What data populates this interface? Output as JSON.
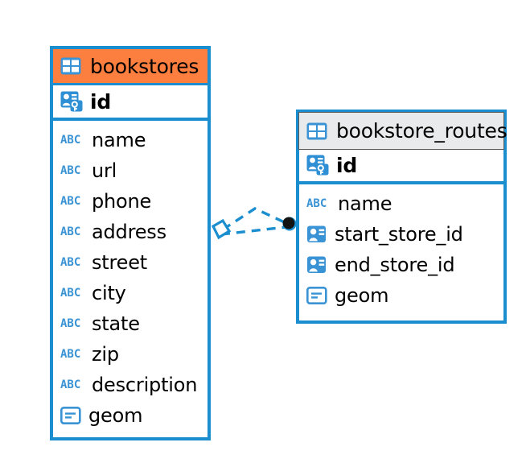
{
  "diagram": {
    "type": "entity-relationship-diagram",
    "background_color": "#ffffff",
    "accent_color": "#1b8ed0",
    "highlight_color": "#fd7f3f",
    "header_gray": "#e9eaeb"
  },
  "entities": [
    {
      "name": "bookstores",
      "header_icon": "table-icon",
      "header_style": "highlighted-orange",
      "primary_key": {
        "label": "id",
        "icon": "primary-key-icon"
      },
      "fields": [
        {
          "label": "name",
          "icon": "abc-text-icon",
          "type": "text"
        },
        {
          "label": "url",
          "icon": "abc-text-icon",
          "type": "text"
        },
        {
          "label": "phone",
          "icon": "abc-text-icon",
          "type": "text"
        },
        {
          "label": "address",
          "icon": "abc-text-icon",
          "type": "text"
        },
        {
          "label": "street",
          "icon": "abc-text-icon",
          "type": "text"
        },
        {
          "label": "city",
          "icon": "abc-text-icon",
          "type": "text"
        },
        {
          "label": "state",
          "icon": "abc-text-icon",
          "type": "text"
        },
        {
          "label": "zip",
          "icon": "abc-text-icon",
          "type": "text"
        },
        {
          "label": "description",
          "icon": "abc-text-icon",
          "type": "text"
        },
        {
          "label": "geom",
          "icon": "geometry-icon",
          "type": "geometry"
        }
      ]
    },
    {
      "name": "bookstore_routes",
      "header_icon": "table-icon",
      "header_style": "default-gray",
      "primary_key": {
        "label": "id",
        "icon": "primary-key-icon"
      },
      "fields": [
        {
          "label": "name",
          "icon": "abc-text-icon",
          "type": "text"
        },
        {
          "label": "start_store_id",
          "icon": "foreign-key-icon",
          "type": "reference"
        },
        {
          "label": "end_store_id",
          "icon": "foreign-key-icon",
          "type": "reference"
        },
        {
          "label": "geom",
          "icon": "geometry-icon",
          "type": "geometry"
        }
      ]
    }
  ],
  "relationship": {
    "source_entity": "bookstores",
    "target_entity": "bookstore_routes",
    "line_style": "dashed",
    "line_color": "#1b8ed0",
    "source_endpoint": "diamond-marker",
    "target_endpoint": "filled-circle-marker"
  }
}
